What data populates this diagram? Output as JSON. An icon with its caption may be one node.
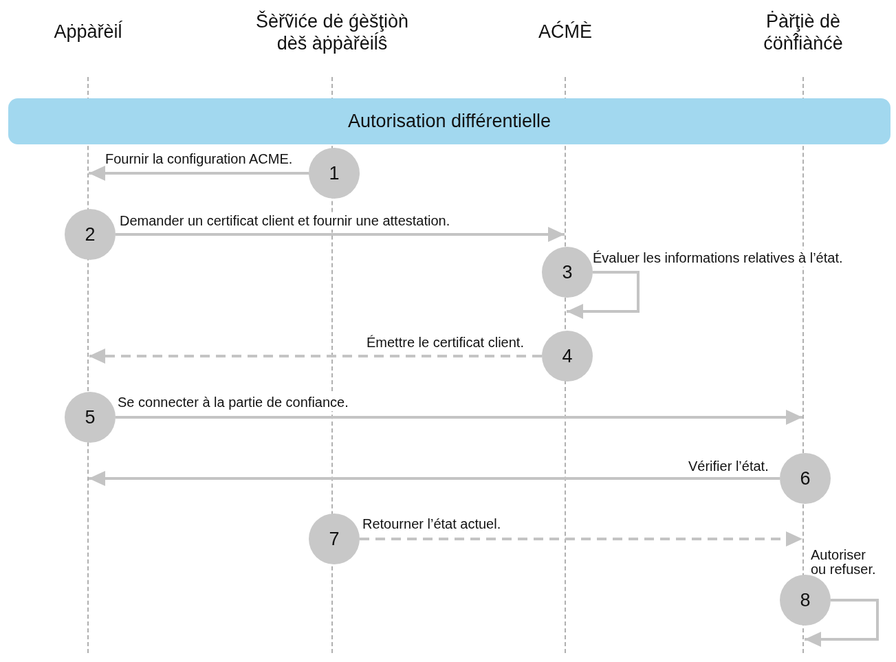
{
  "diagram": {
    "nodes": [
      {
        "text": [
          "Aṗṗàřèiĺ"
        ]
      },
      {
        "text": [
          "Šèřṽiće dė ǵèšţiòǹ dèš àṗṗàřèiĺŝ"
        ]
      },
      {
        "text": [
          "AĆḾÈ"
        ]
      },
      {
        "text": [
          "Ṗàřţiè dè ćöǹf̂iàǹćè"
        ]
      },
      {
        "text": [],
        "shape": "line"
      },
      {
        "text": [],
        "shape": "line"
      },
      {
        "text": [],
        "shape": "line"
      },
      {
        "text": [],
        "shape": "line"
      },
      {
        "text": [
          "Autorisation différentielle"
        ]
      },
      {
        "text": [
          "1"
        ]
      },
      {
        "text": [
          "2"
        ]
      },
      {
        "text": [
          "3"
        ]
      },
      {
        "text": [
          "4"
        ]
      },
      {
        "text": [
          "5"
        ]
      },
      {
        "text": [
          "6"
        ]
      },
      {
        "text": [
          "7"
        ]
      },
      {
        "text": [
          "8"
        ]
      }
    ],
    "edges": [
      {
        "from": 9,
        "to": 4,
        "arrow": "to",
        "label": "Fournir la configuration ACME."
      },
      {
        "from": 10,
        "to": 6,
        "arrow": "to",
        "label": "Demander un certificat client et fournir une attestation."
      },
      {
        "from": 11,
        "to": 6,
        "arrow": "to",
        "label": "Évaluer les informations relatives à l’état."
      },
      {
        "from": 12,
        "to": 4,
        "arrow": "to",
        "label": "Émettre le certificat client.",
        "style": "dashed"
      },
      {
        "from": 13,
        "to": 7,
        "arrow": "to",
        "label": "Se connecter à la partie de confiance."
      },
      {
        "from": 14,
        "to": 4,
        "arrow": "to",
        "label": "Vérifier l’état."
      },
      {
        "from": 15,
        "to": 7,
        "arrow": "to",
        "label": "Retourner l’état actuel.",
        "style": "dashed"
      },
      {
        "from": 16,
        "to": 7,
        "arrow": "to",
        "label": "Autoriser ou refuser."
      }
    ]
  }
}
